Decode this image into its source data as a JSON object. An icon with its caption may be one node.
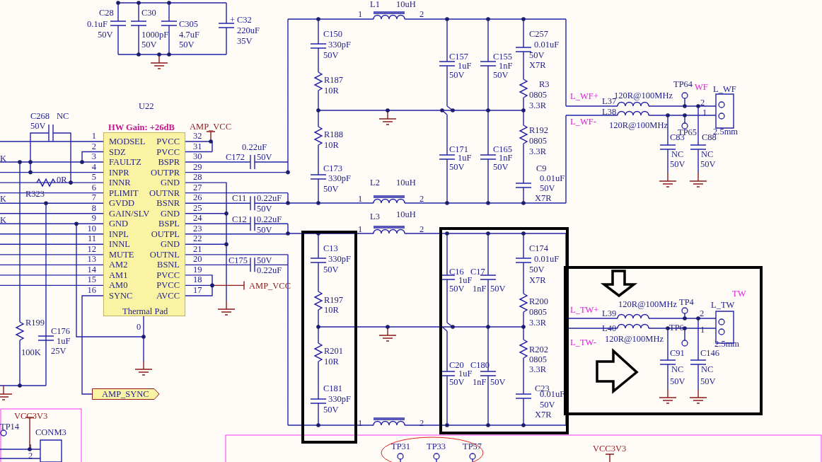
{
  "diagram": {
    "nodes": [
      {
        "text": [
          "MODSEL",
          "PVCC",
          "SDZ",
          "PVCC",
          "FAULTZ",
          "BSPR",
          "INPR",
          "OUTPR",
          "INNR",
          "GND",
          "PLIMIT",
          "OUTNR",
          "GVDD",
          "BSNR",
          "GAIN/SLV",
          "GND",
          "GND",
          "BSPL",
          "INPL",
          "OUTPL",
          "INNL",
          "GND",
          "MUTE",
          "OUTNL",
          "AM2",
          "BSNL",
          "AM1",
          "PVCC",
          "AM0",
          "PVCC",
          "SYNC",
          "AVCC",
          "Thermal Pad"
        ],
        "beside": [
          "U22",
          "HW Gain: +26dB"
        ]
      },
      {
        "text": [
          "AMP_SYNC"
        ]
      }
    ],
    "edges": [
      {
        "from": 0,
        "to": 1,
        "arrow": "none"
      }
    ],
    "labels": [
      "C28",
      "0.1uF",
      "50V",
      "C30",
      "1000pF",
      "50V",
      "C305",
      "4.7uF",
      "50V",
      "+",
      "C32",
      "220uF",
      "35V",
      "L1",
      "10uH",
      "1",
      "2",
      "C150",
      "330pF",
      "50V",
      "C257",
      "0.01uF",
      "50V",
      "X7R",
      "C157",
      "1uF",
      "50V",
      "C155",
      "1nF",
      "50V",
      "R187",
      "10R",
      "R3",
      "0805",
      "3.3R",
      "C268",
      "NC",
      "50V",
      "AMP_VCC",
      "L_WF+",
      "TP64",
      "WF",
      "L_WF",
      "L37",
      "120R@100MHz",
      "2",
      "L38",
      "1",
      "L_WF-",
      "120R@100MHz",
      "TP65",
      "C83",
      "C88",
      "2.5mm",
      "R188",
      "10R",
      "R192",
      "0805",
      "3.3R",
      "0.22uF",
      "C172",
      "50V",
      "NC",
      "50V",
      "NC",
      "50V",
      "C171",
      "1uF",
      "50V",
      "C165",
      "1nF",
      "50V",
      "K",
      "C173",
      "330pF",
      "50V",
      "C9",
      "0.01uF",
      "50V",
      "X7R",
      "R323",
      "0R",
      "L2",
      "10uH",
      "K",
      "C11",
      "0.22uF",
      "50V",
      "1",
      "2",
      "L3",
      "10uH",
      "K",
      "C12",
      "0.22uF",
      "50V",
      "1",
      "2",
      "C13",
      "330pF",
      "50V",
      "C174",
      "0.01uF",
      "50V",
      "X7R",
      "C175",
      "50V",
      "0.22uF",
      "C16",
      "C17",
      "1uF",
      "AMP_VCC",
      "50V",
      "1nF",
      "50V",
      "TW",
      "R197",
      "10R",
      "R200",
      "0805",
      "3.3R",
      "TP4",
      "L_TW",
      "L_TW+",
      "120R@100MHz",
      "L39",
      "2",
      "L40",
      "TP6",
      "1",
      "R199",
      "C176",
      "0",
      "1uF",
      "L_TW-",
      "120R@100MHz",
      "100K",
      "25V",
      "R201",
      "R202",
      "C91",
      "C146",
      "2.5mm",
      "10R",
      "0805",
      "C20",
      "C180",
      "3.3R",
      "NC",
      "NC",
      "1uF",
      "50V",
      "1nF",
      "50V",
      "50V",
      "50V",
      "C23",
      "0.01uF",
      "50V",
      "X7R",
      "C181",
      "330pF",
      "50V",
      "VCC3V3",
      "TP14",
      "1",
      "2",
      "CONM3",
      "1",
      "TP31",
      "TP33",
      "TP57",
      "VCC3V3",
      "2",
      "1",
      "32",
      "2",
      "31",
      "3",
      "30",
      "4",
      "29",
      "5",
      "28",
      "6",
      "27",
      "7",
      "26",
      "8",
      "25",
      "9",
      "24",
      "10",
      "23",
      "11",
      "22",
      "12",
      "21",
      "13",
      "20",
      "14",
      "19",
      "15",
      "18",
      "16",
      "17"
    ]
  }
}
